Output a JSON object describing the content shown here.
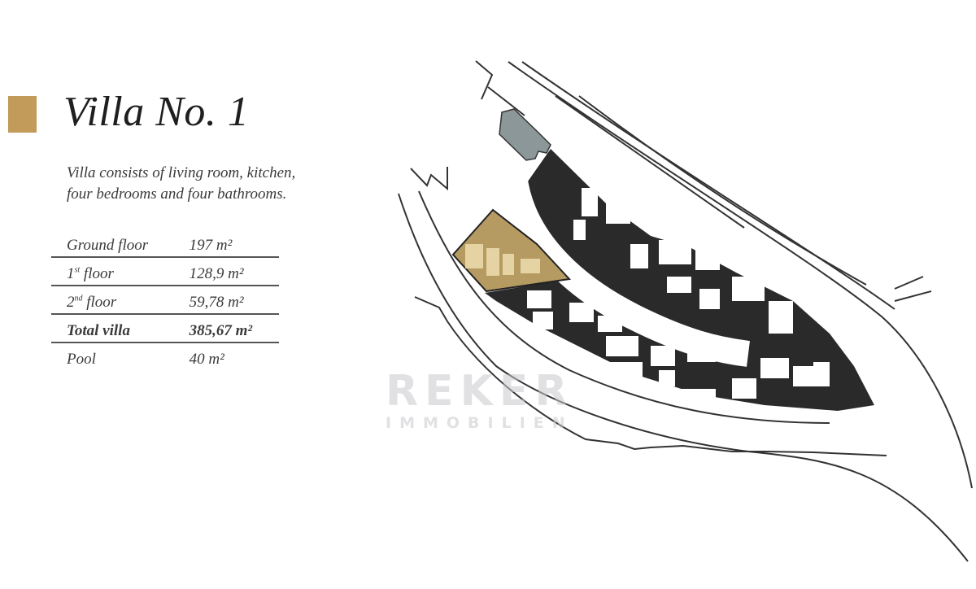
{
  "title": "Villa No. 1",
  "description_line1": "Villa  consists of living room, kitchen,",
  "description_line2": "four bedrooms and four bathrooms.",
  "specs": [
    {
      "label": "Ground floor",
      "value": "197 m²"
    },
    {
      "label_num": "1",
      "label_sup": "st",
      "label_rest": " floor",
      "value": "128,9 m²"
    },
    {
      "label_num": "2",
      "label_sup": "nd",
      "label_rest": " floor",
      "value": "59,78 m²"
    },
    {
      "label": "Total villa",
      "value": "385,67 m²"
    },
    {
      "label": "Pool",
      "value": "40 m²"
    }
  ],
  "watermark": {
    "name": "REKER",
    "sub": "IMMOBILIEN"
  },
  "colors": {
    "accent": "#c29a5a",
    "plot_dark": "#2a2a2a",
    "highlight": "#b59a62",
    "building_grey": "#8c979a"
  }
}
